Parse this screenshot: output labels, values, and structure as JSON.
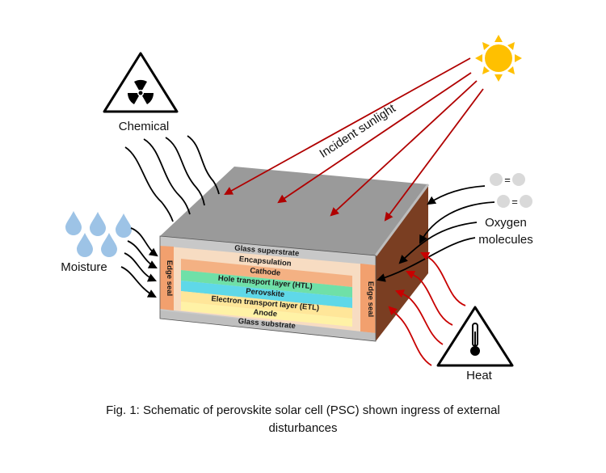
{
  "labels": {
    "chemical": "Chemical",
    "moisture": "Moisture",
    "incident_sunlight": "Incident sunlight",
    "oxygen_line1": "Oxygen",
    "oxygen_line2": "molecules",
    "heat": "Heat",
    "edge_seal": "Edge seal",
    "oxygen_bond": "="
  },
  "layers": [
    "Glass superstrate",
    "Encapsulation",
    "Cathode",
    "Hole transport layer (HTL)",
    "Perovskite",
    "Electron transport layer (ETL)",
    "Anode",
    "Glass substrate"
  ],
  "caption": {
    "line1": "Fig. 1: Schematic of perovskite solar cell (PSC) shown ingress of external",
    "line2": "disturbances"
  },
  "colors": {
    "sunlight_arrow": "#b00000",
    "heat_arrow": "#c80000",
    "glass_top": "#999999",
    "encapsulation": "#f7dcc2",
    "edge_seal": "#f2a06e",
    "cathode": "#f4b183",
    "htl": "#6fe0a8",
    "perovskite": "#5fd8e8",
    "etl": "#ffe699",
    "anode": "#fff2a6",
    "glass_substrate": "#bfbfbf",
    "side_face": "#7a3e22",
    "water_drop": "#9dc3e6",
    "sun": "#ffc000",
    "oxygen_atom": "#d9d9d9"
  }
}
